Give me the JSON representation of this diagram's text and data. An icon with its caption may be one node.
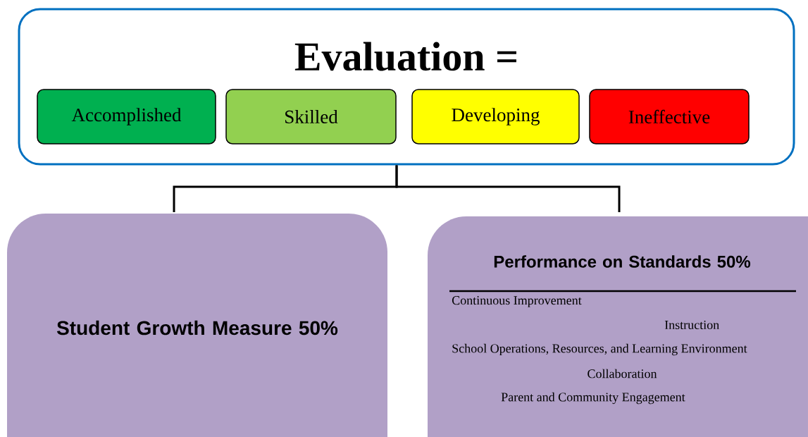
{
  "diagram": {
    "nodes": [
      {
        "text": [
          "Evaluation ="
        ]
      },
      {
        "text": [
          "Accomplished"
        ],
        "in": 0
      },
      {
        "text": [
          "Skilled"
        ],
        "in": 0
      },
      {
        "text": [
          "Developing"
        ],
        "in": 0
      },
      {
        "text": [
          "Ineffective"
        ],
        "in": 0
      },
      {
        "text": [
          "Student Growth Measure 50%"
        ]
      },
      {
        "text": [
          "Performance on Standards 50%",
          "Continuous Improvement",
          "Instruction",
          "School Operations, Resources, and Learning Environment",
          "Collaboration",
          "Parent and Community Engagement"
        ]
      }
    ],
    "edges": [
      {
        "from": 0,
        "to": 5,
        "arrow": "none"
      },
      {
        "from": 0,
        "to": 6,
        "arrow": "none"
      }
    ]
  }
}
